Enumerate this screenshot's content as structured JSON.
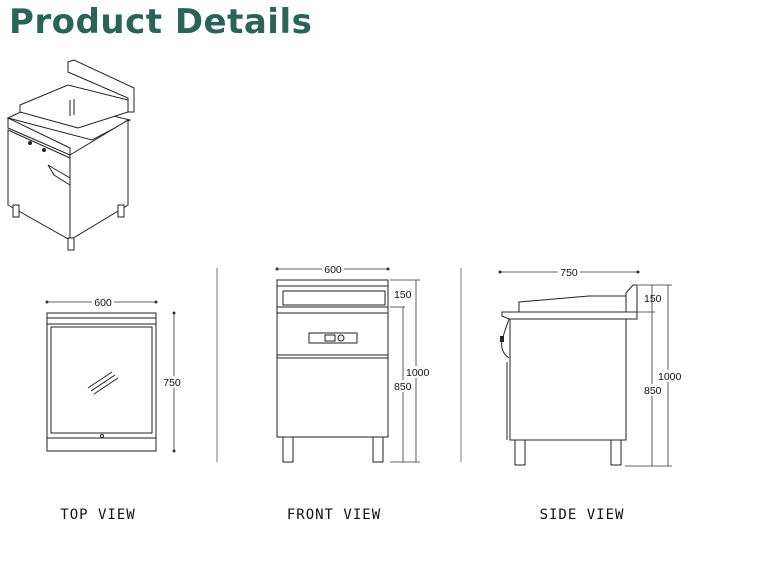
{
  "header": {
    "title": "Product Details"
  },
  "views": {
    "top": {
      "label": "TOP VIEW",
      "width": "600",
      "depth": "750"
    },
    "front": {
      "label": "FRONT VIEW",
      "width": "600",
      "upstand": "150",
      "worktop_height": "850",
      "total_height": "1000"
    },
    "side": {
      "label": "SIDE VIEW",
      "depth": "750",
      "upstand": "150",
      "worktop_height": "850",
      "total_height": "1000"
    }
  }
}
